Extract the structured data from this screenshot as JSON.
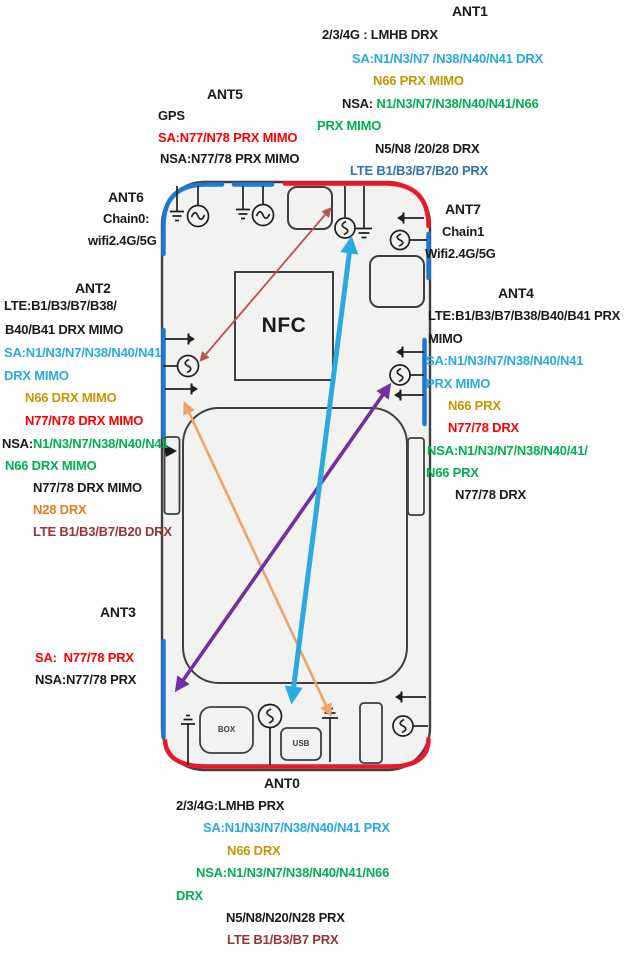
{
  "colors": {
    "text_cyan": "#29A9E1",
    "text_gold": "#C79500",
    "text_green": "#00B050",
    "text_red": "#FE0000",
    "text_orange": "#E87D1E",
    "text_maroon": "#963634",
    "text_blue": "#2E74B5",
    "edge_blue": "#1E78D2",
    "edge_red": "#E8192C",
    "arrow_cyan": "#29ABE2",
    "arrow_purple": "#7030A0",
    "arrow_orange": "#F0A368",
    "arrow_brown": "#C0504D"
  },
  "phone": {
    "nfc": "NFC",
    "box": "BOX",
    "usb": "USB"
  },
  "antennas": {
    "ant1": {
      "title": "ANT1",
      "l1": "2/3/4G : LMHB DRX",
      "l2": "SA:N1/N3/N7 /N38/N40/N41 DRX",
      "l3": "N66 PRX MIMO",
      "l4a": "NSA: ",
      "l4b": "N1/N3/N7/N38/N40/N41/N66",
      "l5": "PRX MIMO",
      "l6": "N5/N8 /20/28 DRX",
      "l7": "LTE B1/B3/B7/B20 PRX"
    },
    "ant5": {
      "title": "ANT5",
      "l1": "GPS",
      "l2": "SA:N77/N78 PRX MIMO",
      "l3": "NSA:N77/78 PRX MIMO"
    },
    "ant6": {
      "title": "ANT6",
      "l1": "Chain0:",
      "l2": "wifi2.4G/5G"
    },
    "ant7": {
      "title": "ANT7",
      "l1": "Chain1",
      "l2": "Wifi2.4G/5G"
    },
    "ant2": {
      "title": "ANT2",
      "l1": "LTE:B1/B3/B7/B38/",
      "l2": "B40/B41 DRX MIMO",
      "l3": "SA:N1/N3/N7/N38/N40/N41",
      "l4": "DRX MIMO",
      "l5": "N66 DRX MIMO",
      "l6": "N77/N78 DRX MIMO",
      "l7a": "NSA:",
      "l7b": "N1/N3/N7/N38/N40/N41",
      "l8": "N66 DRX MIMO",
      "l9": "N77/78 DRX MIMO",
      "l10": "N28 DRX",
      "l11": "LTE B1/B3/B7/B20 DRX"
    },
    "ant3": {
      "title": "ANT3",
      "l1": "SA:  N77/78 PRX",
      "l2": "NSA:N77/78 PRX"
    },
    "ant4": {
      "title": "ANT4",
      "l1": "LTE:B1/B3/B7/B38/B40/B41 PRX",
      "l2": "MIMO",
      "l3": "SA:N1/N3/N7/N38/N40/N41",
      "l4": "PRX MIMO",
      "l5": "N66 PRX",
      "l6": "N77/78 DRX",
      "l7": "NSA:N1/N3/N7/N38/N40/41/",
      "l8": "N66 PRX",
      "l9": "N77/78 DRX"
    },
    "ant0": {
      "title": "ANT0",
      "l1": "2/3/4G:LMHB PRX",
      "l2": "SA:N1/N3/N7/N38/N40/N41 PRX",
      "l3": "N66 DRX",
      "l4": "NSA:N1/N3/N7/N38/N40/N41/N66",
      "l5": "DRX",
      "l6": "N5/N8/N20/N28 PRX",
      "l7": "LTE B1/B3/B7 PRX"
    }
  }
}
